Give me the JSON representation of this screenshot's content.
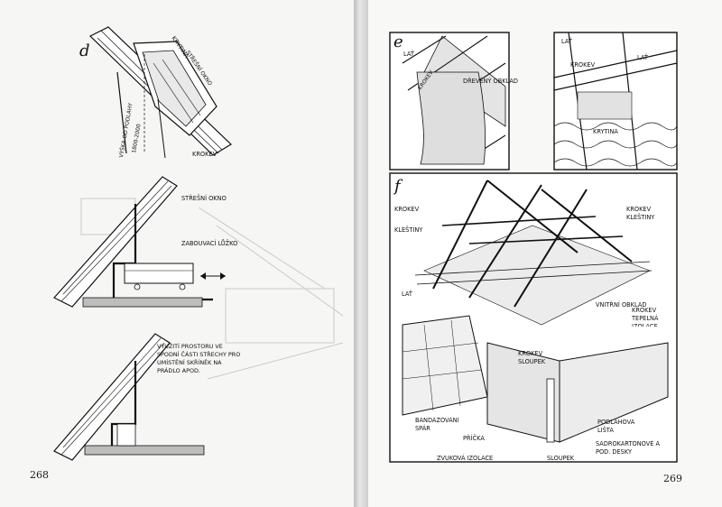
{
  "pages": {
    "left_number": "268",
    "right_number": "269"
  },
  "figures": {
    "d": {
      "letter": "d",
      "labels": {
        "krytina": "KRYTINA",
        "stresni_okno": "STŘEŠNÍ OKNO",
        "vyska_od_podlahy": "VÝŠKA OD PODLAHY",
        "vyska_range": "1800-2000",
        "krokev": "KROKEV"
      }
    },
    "middle": {
      "labels": {
        "stresni_okno": "STŘEŠNÍ OKNO",
        "zabouvaci_luzko": "ZABOUVACÍ LŮŽKO"
      }
    },
    "bottom": {
      "labels": {
        "vyuziti_prostoru": "VYUŽITÍ PROSTORU VE SPODNÍ ČÁSTI STŘECHY PRO UMÍSTĚNÍ SKŘÍNĚK NA PRÁDLO APOD."
      }
    },
    "e": {
      "letter": "e",
      "labels": {
        "lat": "LAŤ",
        "krokev": "KROKEV",
        "dreveny_obklad": "DŘEVĚNÝ OBKLAD",
        "krytina": "KRYTINA"
      }
    },
    "f": {
      "letter": "f",
      "labels": {
        "krokev": "KROKEV",
        "krokev_klestiny": "KROKEV KLEŠTINY",
        "klestiny": "KLEŠTINY",
        "lat": "LAŤ",
        "vnitrni_obklad": "VNITŘNÍ OBKLAD",
        "krokev_tepelna_izolace": "KROKEV TEPELNÁ IZOLACE",
        "krokev_sloupek": "KROKEV SLOUPEK",
        "zvukova_izolace": "ZVUKOVÁ IZOLACE",
        "sloupek": "SLOUPEK",
        "podlahova_lista": "PODLAHOVÁ LIŠTA",
        "sadrokartonove": "SÁDROKARTONOVÉ A POD. DESKY",
        "prícka": "PŘÍČKA",
        "bandazovani_spar": "BANDÁŽOVÁNÍ SPÁR"
      }
    }
  }
}
